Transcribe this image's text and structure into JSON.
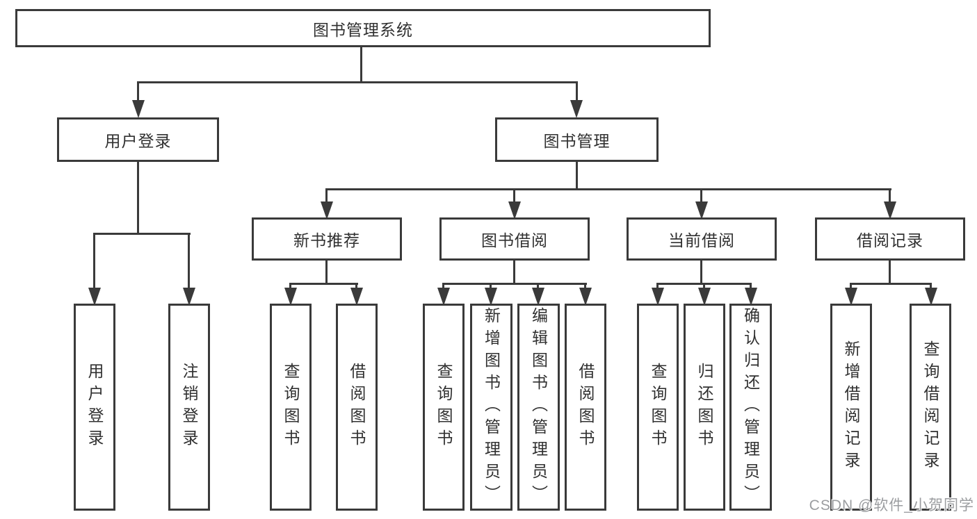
{
  "diagram": {
    "root": {
      "label": "图书管理系统",
      "children": [
        {
          "label": "用户登录",
          "children": [
            {
              "label": "用户登录"
            },
            {
              "label": "注销登录"
            }
          ]
        },
        {
          "label": "图书管理",
          "children": [
            {
              "label": "新书推荐",
              "children": [
                {
                  "label": "查询图书"
                },
                {
                  "label": "借阅图书"
                }
              ]
            },
            {
              "label": "图书借阅",
              "children": [
                {
                  "label": "查询图书"
                },
                {
                  "label": "新增图书（管理员）"
                },
                {
                  "label": "编辑图书（管理员）"
                },
                {
                  "label": "借阅图书"
                }
              ]
            },
            {
              "label": "当前借阅",
              "children": [
                {
                  "label": "查询图书"
                },
                {
                  "label": "归还图书"
                },
                {
                  "label": "确认归还（管理员）"
                }
              ]
            },
            {
              "label": "借阅记录",
              "children": [
                {
                  "label": "新增借阅记录"
                },
                {
                  "label": "查询借阅记录"
                }
              ]
            }
          ]
        }
      ]
    }
  },
  "watermark": {
    "text": "CSDN @软件_小贺同学"
  },
  "colors": {
    "line": "#3a3a3a",
    "box_border": "#3a3a3a",
    "box_background": "#ffffff",
    "text": "#303030",
    "watermark_text": "#9b9da0",
    "page_background": "#ffffff"
  }
}
